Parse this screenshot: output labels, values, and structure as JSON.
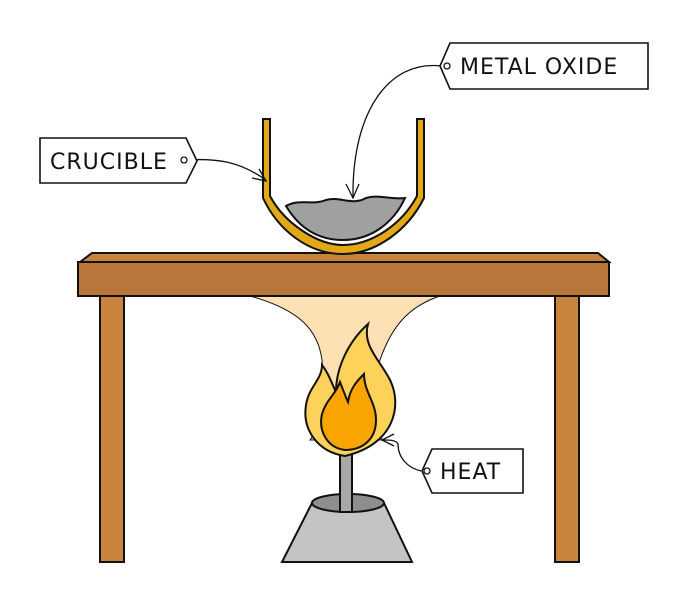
{
  "labels": {
    "metal_oxide": "METAL OXIDE",
    "crucible": "CRUCIBLE",
    "heat": "HEAT"
  },
  "colors": {
    "table_wood": "#c8843f",
    "table_dark": "#a8672d",
    "crucible_gold": "#e3a817",
    "powder_grey": "#a0a0a0",
    "flame_outer": "#fcd25a",
    "flame_inner": "#f9a400",
    "heat_glow": "#fde0b4",
    "burner_grey": "#c4c4c4",
    "outline": "#111111"
  },
  "icons": [
    "tag-label-icon",
    "arrow-icon",
    "flame-icon",
    "bunsen-burner-icon",
    "crucible-icon",
    "table-icon"
  ]
}
